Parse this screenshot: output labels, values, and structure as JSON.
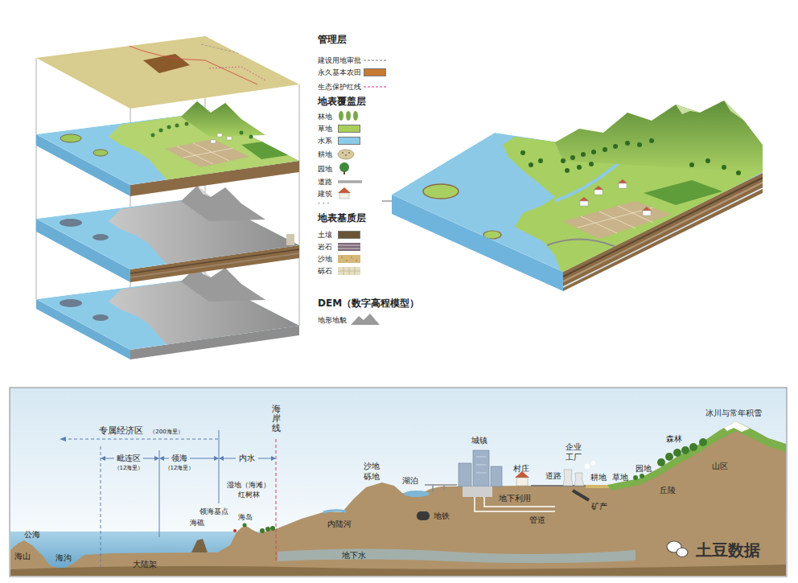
{
  "diagram": {
    "labels": [
      "管理层",
      "地表覆盖层",
      "· · ·",
      "地表基质层",
      "DEM（数字高程模型）",
      "专属经济区",
      "（200海里）",
      "海岸线",
      "毗连区",
      "（12海里）",
      "领海",
      "（12海里）",
      "内水",
      "湿地（海滩）",
      "红树林",
      "领海基点",
      "海礁",
      "海岛",
      "公海",
      "海山",
      "海沟",
      "大陆架",
      "内陆河",
      "地下水",
      "沙地",
      "砾地",
      "湖泊",
      "城镇",
      "地铁",
      "地下利用",
      "管道",
      "村庄",
      "道路",
      "企业",
      "工厂",
      "耕地",
      "草地",
      "园地",
      "矿产",
      "森林",
      "丘陵",
      "山区",
      "冰川与常年积雪",
      "土豆数据"
    ],
    "legend": [
      {
        "text": "建设用地审批"
      },
      {
        "text": "永久基本农田",
        "color": "#c87a35"
      },
      {
        "text": "生态保护红线"
      },
      {
        "text": "林地"
      },
      {
        "text": "草地",
        "color": "#a9cf5a"
      },
      {
        "text": "水系",
        "color": "#8ccbe8"
      },
      {
        "text": "耕地"
      },
      {
        "text": "园地"
      },
      {
        "text": "道路"
      },
      {
        "text": "建筑"
      },
      {
        "text": "土壤",
        "color": "#6b5436"
      },
      {
        "text": "岩石"
      },
      {
        "text": "沙地"
      },
      {
        "text": "砾石"
      },
      {
        "text": "地形地貌"
      }
    ]
  }
}
